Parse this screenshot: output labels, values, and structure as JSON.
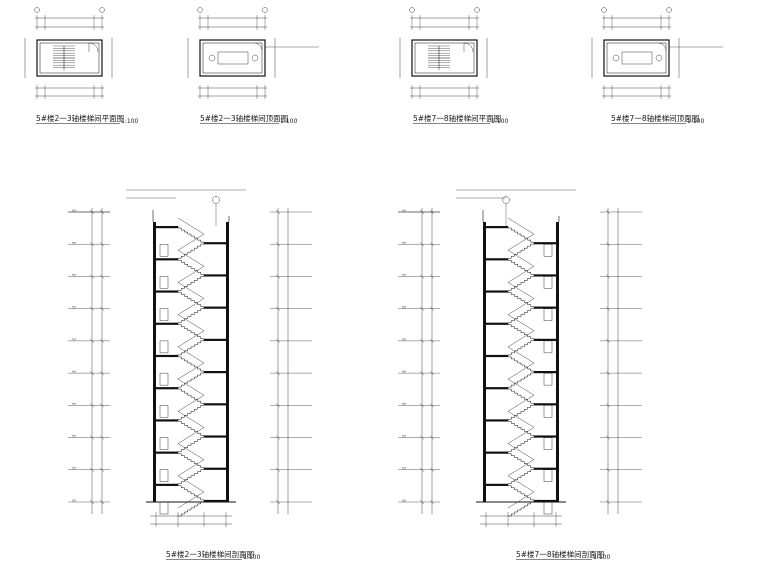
{
  "sheet": {
    "plans": [
      {
        "id": "p1",
        "title": "5#楼2一3轴楼梯间平面图",
        "scale": "1:100",
        "roof": false
      },
      {
        "id": "p2",
        "title": "5#楼2一3轴楼梯间顶面图",
        "scale": "1:100",
        "roof": true
      },
      {
        "id": "p3",
        "title": "5#楼7一8轴楼梯间平面图",
        "scale": "1:100",
        "roof": false
      },
      {
        "id": "p4",
        "title": "5#楼7一8轴楼梯间顶面图",
        "scale": "1:100",
        "roof": true
      }
    ],
    "sections": [
      {
        "id": "s1",
        "title": "5#楼2一3轴楼梯间剖面图",
        "scale": "1:100",
        "mirror": false
      },
      {
        "id": "s2",
        "title": "5#楼7一8轴楼梯间剖面图",
        "scale": "1:100",
        "mirror": true
      }
    ]
  }
}
